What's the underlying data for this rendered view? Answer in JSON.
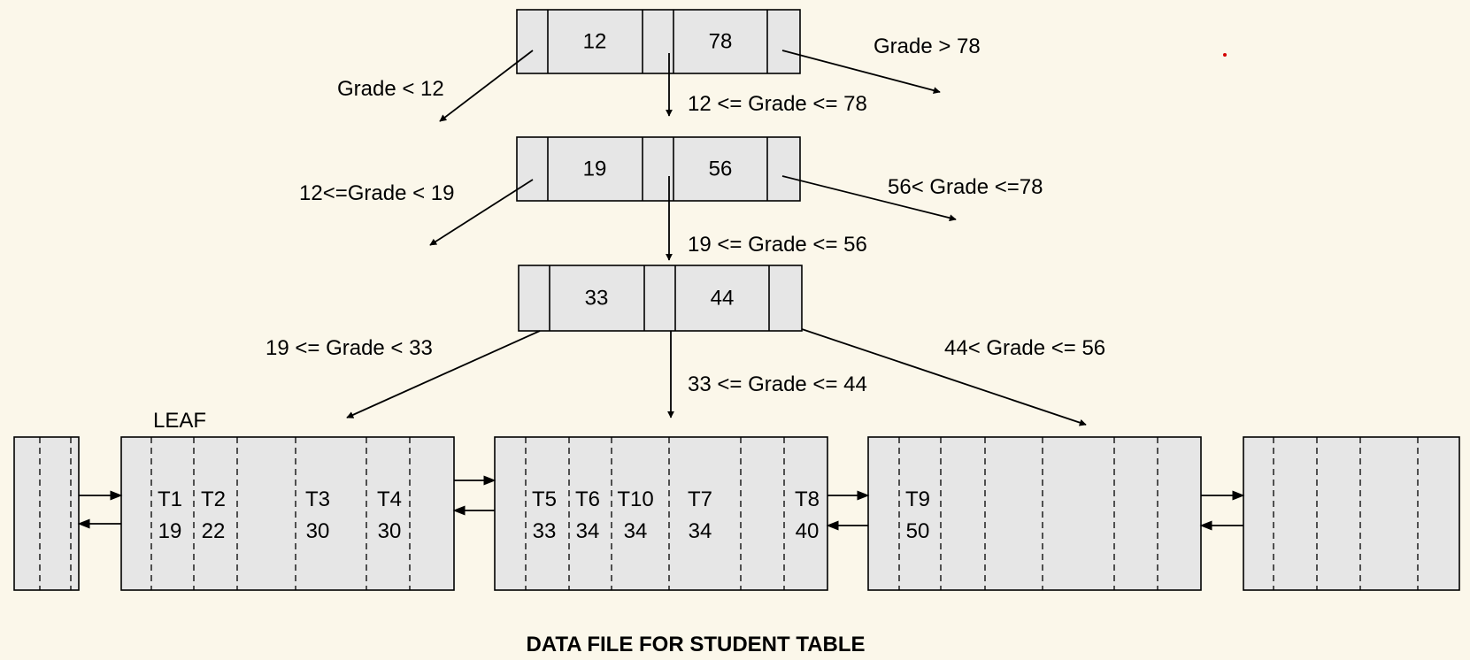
{
  "nodes": {
    "root": [
      "12",
      "78"
    ],
    "level2": [
      "19",
      "56"
    ],
    "level3": [
      "33",
      "44"
    ]
  },
  "conditions": {
    "grade_lt_12": "Grade < 12",
    "grade_12_78": "12 <= Grade <= 78",
    "grade_gt_78": "Grade > 78",
    "grade_12_19": "12<=Grade < 19",
    "grade_19_56": "19 <= Grade <= 56",
    "grade_56_78": "56< Grade <=78",
    "grade_19_33": "19 <= Grade < 33",
    "grade_33_44": "33 <= Grade <= 44",
    "grade_44_56": "44< Grade <= 56"
  },
  "leaf_label": "LEAF",
  "leaf2_records": [
    {
      "id": "T1",
      "grade": "19"
    },
    {
      "id": "T2",
      "grade": "22"
    },
    {
      "id": "T3",
      "grade": "30"
    },
    {
      "id": "T4",
      "grade": "30"
    }
  ],
  "leaf3_records": [
    {
      "id": "T5",
      "grade": "33"
    },
    {
      "id": "T6",
      "grade": "34"
    },
    {
      "id": "T10",
      "grade": "34"
    },
    {
      "id": "T7",
      "grade": "34"
    },
    {
      "id": "T8",
      "grade": "40"
    }
  ],
  "leaf4_records": [
    {
      "id": "T9",
      "grade": "50"
    }
  ],
  "caption": "DATA FILE FOR STUDENT TABLE",
  "colors": {
    "background": "#fbf7ea",
    "node_fill": "#e6e6e6",
    "line": "#000000",
    "marker_dot": "#d40000"
  }
}
